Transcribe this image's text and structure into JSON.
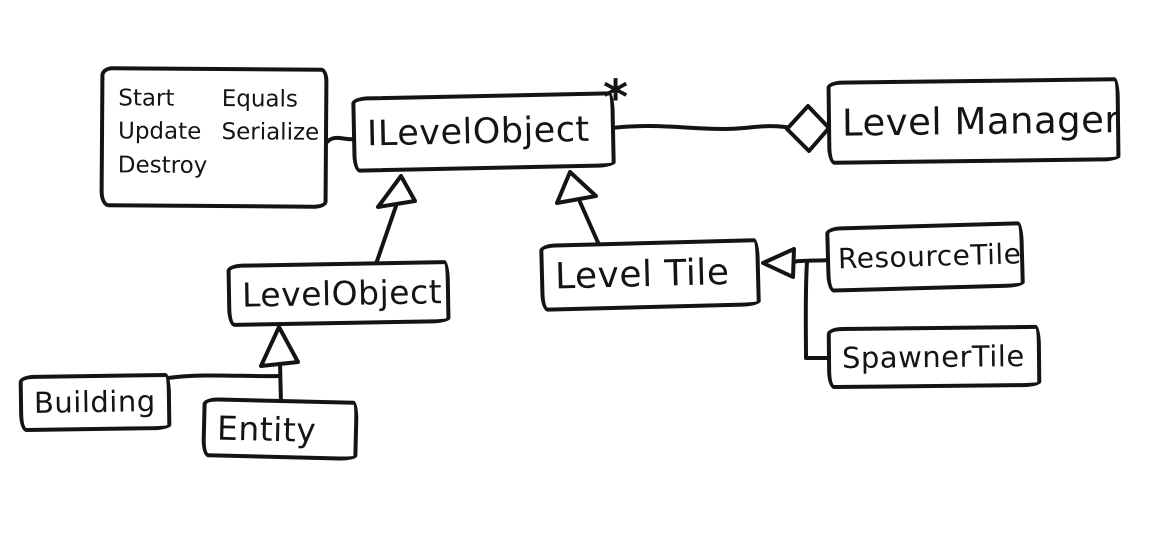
{
  "diagram": {
    "background": "#ffffff",
    "ink_color": "#141414",
    "multiplicity": "*",
    "nodes": {
      "interface_methods": {
        "column1": [
          "Start",
          "Update",
          "Destroy"
        ],
        "column2": [
          "Equals",
          "Serialize"
        ]
      },
      "ilevelobject": {
        "label": "ILevelObject"
      },
      "levelmanager": {
        "label": "Level Manager"
      },
      "levelobject": {
        "label": "LevelObject"
      },
      "leveltile": {
        "label": "Level Tile"
      },
      "resourcetile": {
        "label": "ResourceTile"
      },
      "spawnertile": {
        "label": "SpawnerTile"
      },
      "building": {
        "label": "Building"
      },
      "entity": {
        "label": "Entity"
      }
    },
    "relations": [
      {
        "type": "note-link",
        "from": "interface_methods",
        "to": "ilevelobject"
      },
      {
        "type": "aggregation",
        "from": "levelmanager",
        "to": "ilevelobject",
        "multiplicity": "*"
      },
      {
        "type": "inheritance",
        "from": "levelobject",
        "to": "ilevelobject"
      },
      {
        "type": "inheritance",
        "from": "leveltile",
        "to": "ilevelobject"
      },
      {
        "type": "inheritance",
        "from": "resourcetile",
        "to": "leveltile"
      },
      {
        "type": "inheritance",
        "from": "spawnertile",
        "to": "leveltile"
      },
      {
        "type": "inheritance",
        "from": "building",
        "to": "levelobject"
      },
      {
        "type": "inheritance",
        "from": "entity",
        "to": "levelobject"
      }
    ]
  }
}
